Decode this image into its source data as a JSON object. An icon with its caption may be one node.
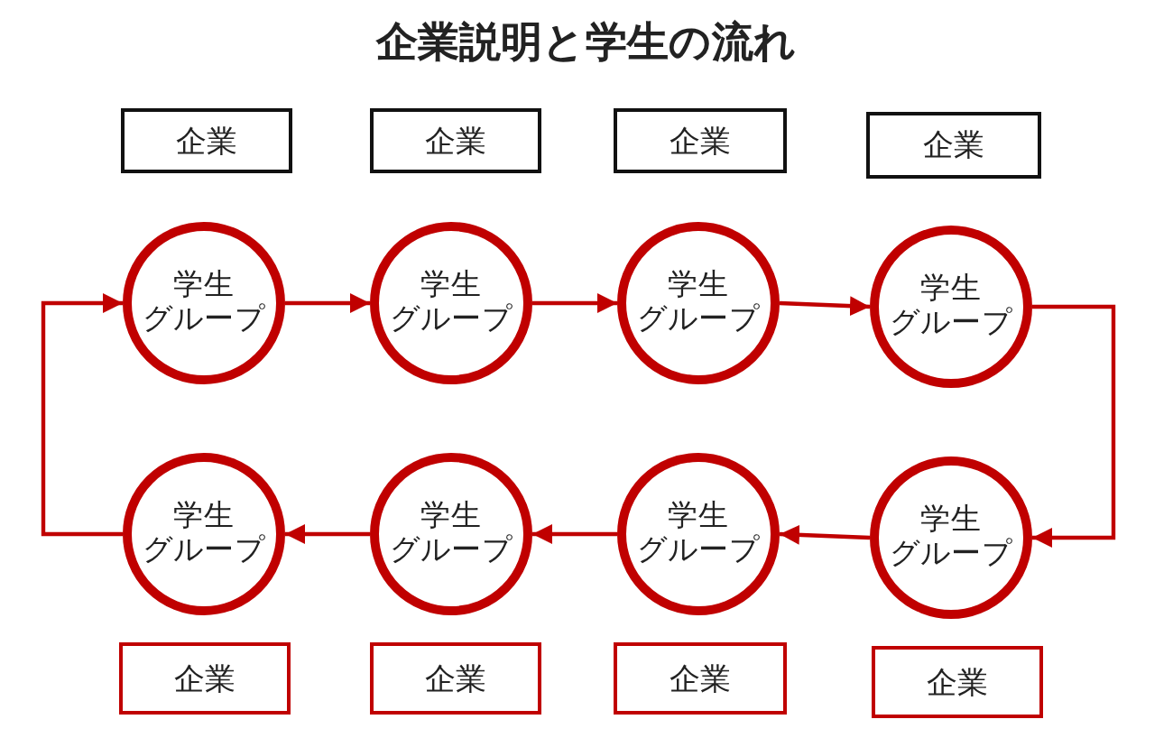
{
  "diagram": {
    "title": "企業説明と学生の流れ",
    "nodes": [
      {
        "text": [
          "企業"
        ]
      },
      {
        "text": [
          "企業"
        ]
      },
      {
        "text": [
          "企業"
        ]
      },
      {
        "text": [
          "企業"
        ]
      },
      {
        "text": [
          "学生グループ"
        ]
      },
      {
        "text": [
          "学生グループ"
        ]
      },
      {
        "text": [
          "学生グループ"
        ]
      },
      {
        "text": [
          "学生グループ"
        ]
      },
      {
        "text": [
          "学生グループ"
        ]
      },
      {
        "text": [
          "学生グループ"
        ]
      },
      {
        "text": [
          "学生グループ"
        ]
      },
      {
        "text": [
          "学生グループ"
        ]
      },
      {
        "text": [
          "企業"
        ]
      },
      {
        "text": [
          "企業"
        ]
      },
      {
        "text": [
          "企業"
        ]
      },
      {
        "text": [
          "企業"
        ]
      }
    ],
    "edges": [
      {
        "from": 4,
        "to": 5,
        "arrow": "to"
      },
      {
        "from": 5,
        "to": 6,
        "arrow": "to"
      },
      {
        "from": 6,
        "to": 7,
        "arrow": "to"
      },
      {
        "from": 7,
        "to": 11,
        "arrow": "to"
      },
      {
        "from": 11,
        "to": 10,
        "arrow": "to"
      },
      {
        "from": 10,
        "to": 9,
        "arrow": "to"
      },
      {
        "from": 9,
        "to": 8,
        "arrow": "to"
      },
      {
        "from": 8,
        "to": 4,
        "arrow": "to"
      }
    ]
  }
}
